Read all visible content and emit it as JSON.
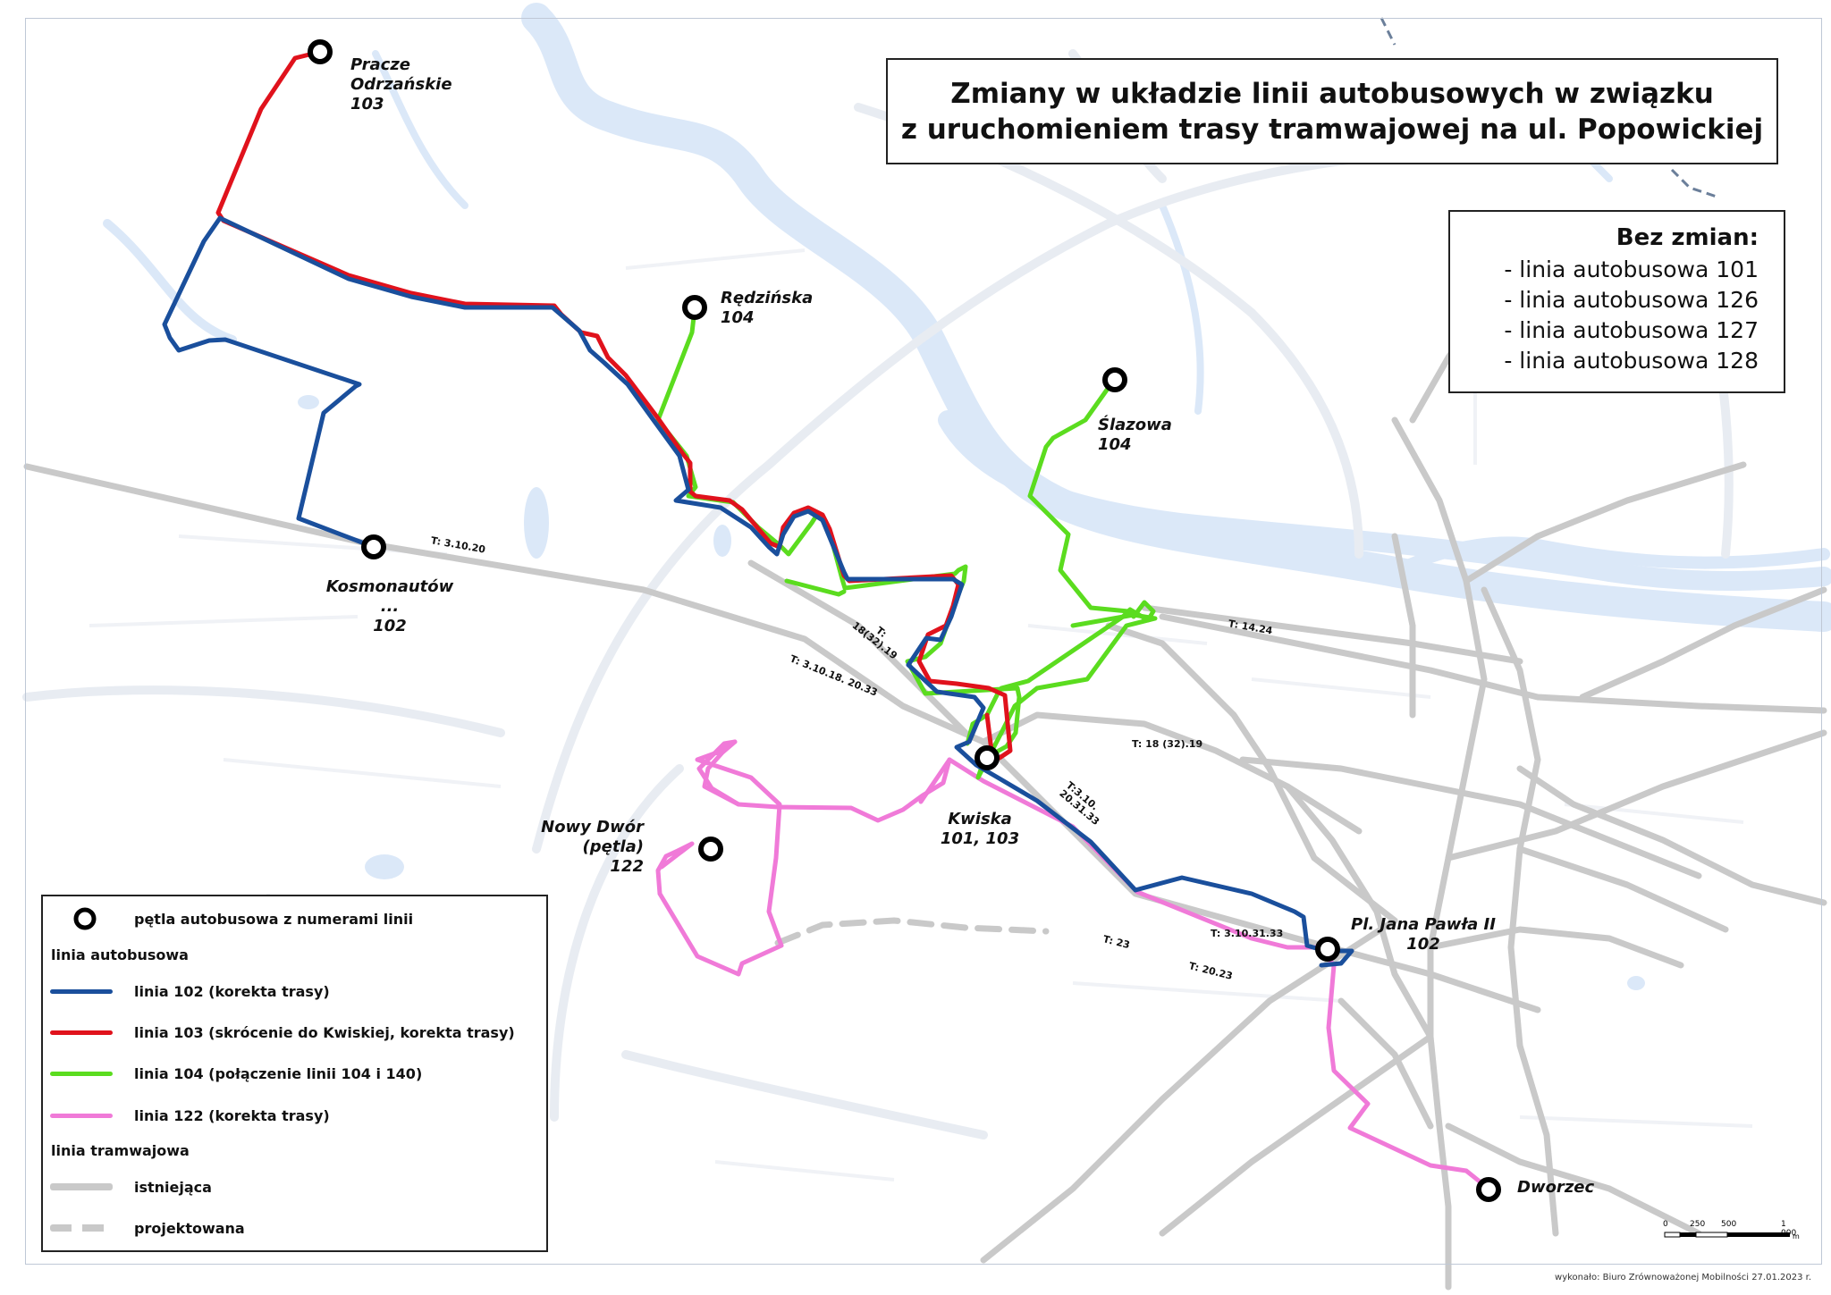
{
  "title": {
    "line1": "Zmiany w układzie linii autobusowych w związku",
    "line2": "z uruchomieniem trasy tramwajowej na ul. Popowickiej"
  },
  "no_change": {
    "heading": "Bez zmian:",
    "items": [
      "- linia autobusowa 101",
      "- linia autobusowa 126",
      "- linia autobusowa 127",
      "- linia autobusowa 128"
    ]
  },
  "colors": {
    "line_102": "#1a4f9c",
    "line_103": "#e0121c",
    "line_104": "#5bdc1f",
    "line_122": "#f07ad8",
    "tram": "#c9c9c9",
    "water": "#dce9f7",
    "road": "#e9ecf2"
  },
  "stops": [
    {
      "name": "Pracze\nOdrzańskie\n103"
    },
    {
      "name": "Rędzińska\n104"
    },
    {
      "name": "Ślazowa\n104"
    },
    {
      "name": "Kosmonautów\n...\n102"
    },
    {
      "name": "Kwiska\n101, 103"
    },
    {
      "name": "Nowy Dwór\n(pętla)\n122"
    },
    {
      "name": "Pl. Jana Pawła II\n102"
    },
    {
      "name": "Dworzec"
    }
  ],
  "tram_labels": [
    "T: 3.10.20",
    "T: 14.24",
    "T: 3.10.18. 20.33",
    "T:\n18(32).19",
    "T: 18 (32).19",
    "T:3.10.\n20.31.33",
    "T: 3.10.31.33",
    "T: 23",
    "T: 20.23"
  ],
  "legend": {
    "stop_label": "pętla autobusowa z numerami linii",
    "bus_heading": "linia autobusowa",
    "items": [
      {
        "label": "linia 102 (korekta trasy)",
        "color": "#1a4f9c"
      },
      {
        "label": "linia 103 (skrócenie do Kwiskiej, korekta trasy)",
        "color": "#e0121c"
      },
      {
        "label": "linia 104 (połączenie linii 104 i 140)",
        "color": "#5bdc1f"
      },
      {
        "label": "linia 122 (korekta trasy)",
        "color": "#f07ad8"
      }
    ],
    "tram_heading": "linia tramwajowa",
    "tram_existing": "istniejąca",
    "tram_planned": "projektowana"
  },
  "scale": {
    "ticks": [
      "0",
      "250",
      "500",
      "1 000"
    ],
    "unit": "m"
  },
  "credit": "wykonało: Biuro Zrównoważonej Mobilności 27.01.2023 r."
}
